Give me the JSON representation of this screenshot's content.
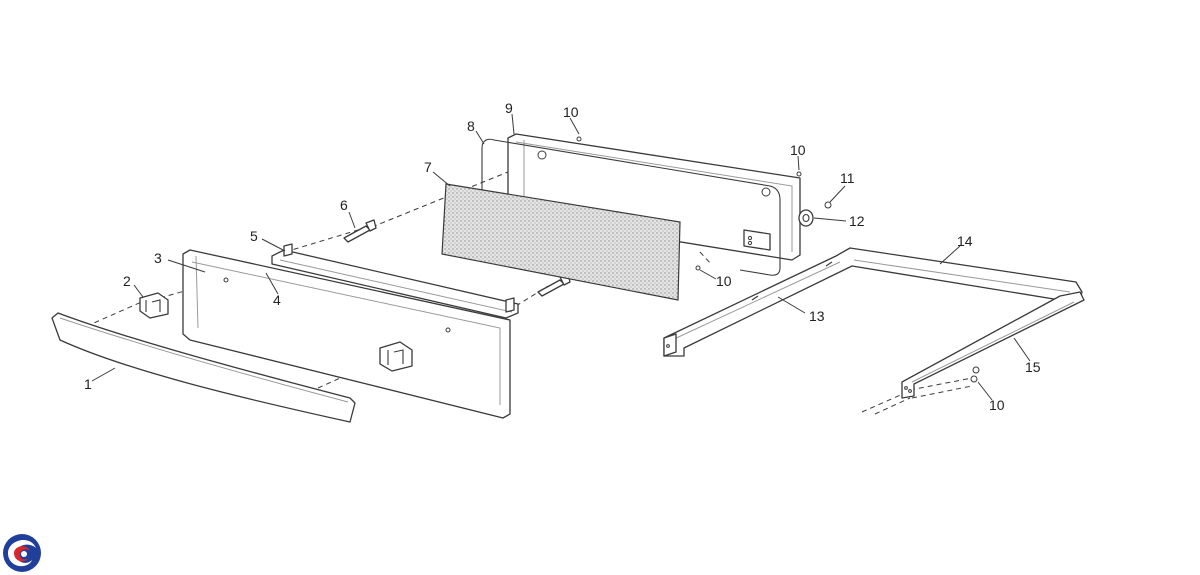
{
  "callouts": {
    "c1": "1",
    "c2": "2",
    "c3": "3",
    "c4": "4",
    "c5": "5",
    "c6": "6",
    "c7": "7",
    "c8": "8",
    "c9": "9",
    "c10a": "10",
    "c10b": "10",
    "c10c": "10",
    "c10d": "10",
    "c11": "11",
    "c12": "12",
    "c13": "13",
    "c14": "14",
    "c15": "15"
  },
  "colors": {
    "line": "#3a3a3a",
    "filter": "#cfcfcf",
    "logo_blue": "#1f3f9a",
    "logo_red": "#d8262c"
  },
  "icons": {
    "logo": "swirl-logo-icon"
  }
}
